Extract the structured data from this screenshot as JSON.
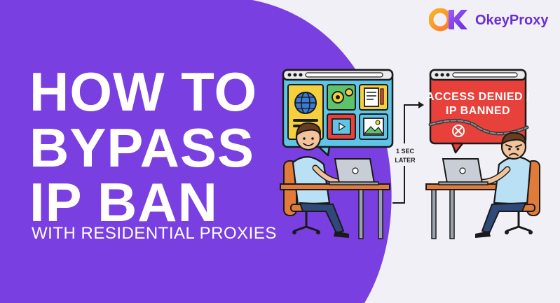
{
  "headline": {
    "line1": "HOW TO",
    "line2": "BYPASS",
    "line3": "IP BAN",
    "subtitle": "WITH RESIDENTIAL PROXIES"
  },
  "brand": {
    "logo_letters": "OK",
    "name": "OkeyProxy"
  },
  "left_screen": {
    "icons": [
      "globe-icon",
      "gears-icon",
      "document-icon",
      "video-icon",
      "image-icon"
    ]
  },
  "transition": {
    "line1": "1 SEC",
    "line2": "LATER"
  },
  "right_screen": {
    "error_line1": "ACCESS DENIED /",
    "error_line2": "IP BANNED"
  },
  "colors": {
    "brand_purple": "#7a3fe0",
    "error_red": "#e8403a",
    "left_screen_blue": "#5ec4e8",
    "background": "#f2f0f7"
  }
}
